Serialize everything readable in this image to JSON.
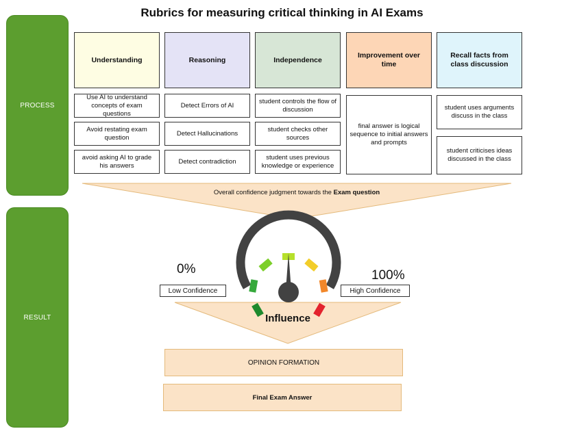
{
  "title": "Rubrics for measuring critical thinking in AI Exams",
  "side": {
    "process": "PROCESS",
    "result": "RESULT"
  },
  "columns": [
    {
      "header": "Understanding",
      "color": "#fefde3",
      "cells": [
        "Use AI to understand concepts of exam questions",
        "Avoid restating exam question",
        "avoid asking AI to grade his answers"
      ]
    },
    {
      "header": "Reasoning",
      "color": "#e4e3f6",
      "cells": [
        "Detect Errors of AI",
        "Detect Hallucinations",
        "Detect contradiction"
      ]
    },
    {
      "header": "Independence",
      "color": "#d7e6d6",
      "cells": [
        "student controls the flow of discussion",
        "student checks other sources",
        "student uses previous knowledge or experience"
      ]
    },
    {
      "header": "Improvement over time",
      "color": "#fdd6b6",
      "cells": [
        "final answer is logical sequence to initial answers and prompts"
      ]
    },
    {
      "header": "Recall facts from class discussion",
      "color": "#dff4fb",
      "cells": [
        "student uses arguments discuss in the class",
        "student criticises ideas discussed in the class"
      ]
    }
  ],
  "confidence": {
    "prefix": "Overall confidence judgment towards the ",
    "bold": "Exam question"
  },
  "gauge": {
    "low_pct": "0%",
    "high_pct": "100%",
    "low_label": "Low Confidence",
    "high_label": "High Confidence",
    "segment_colors": [
      "#1e8a2e",
      "#36a93c",
      "#7ccf2a",
      "#b6e02b",
      "#f2cd2a",
      "#f2872a",
      "#e3232e"
    ],
    "needle_color": "#424242",
    "arc_color": "#424242"
  },
  "influence": "Influence",
  "opinion": "OPINION FORMATION",
  "final": "Final Exam Answer"
}
